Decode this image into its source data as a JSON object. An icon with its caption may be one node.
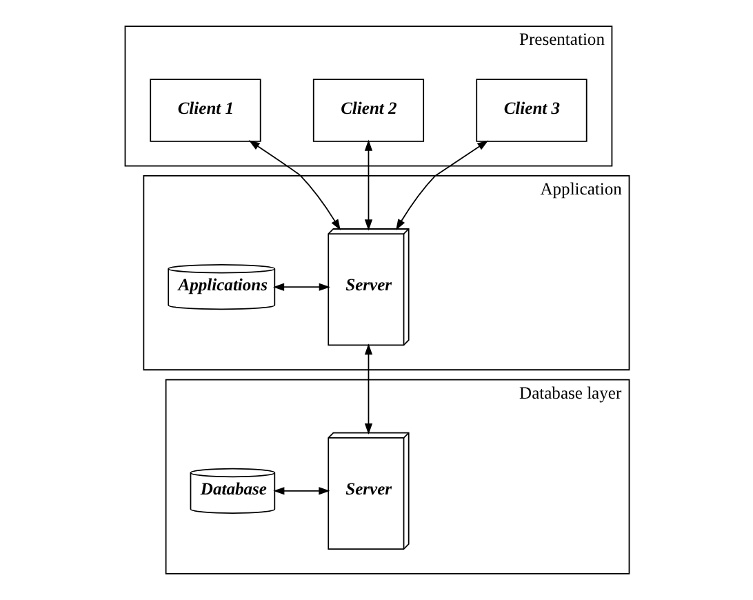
{
  "diagram": {
    "nodes": [
      {
        "text": [
          "Presentation"
        ]
      },
      {
        "text": [
          "Client 1"
        ],
        "in": 0
      },
      {
        "text": [
          "Client 2"
        ],
        "in": 0
      },
      {
        "text": [
          "Client 3"
        ],
        "in": 0
      },
      {
        "text": [
          "Application"
        ]
      },
      {
        "text": [
          "Applications"
        ],
        "in": 4
      },
      {
        "text": [
          "Server"
        ],
        "in": 4
      },
      {
        "text": [
          "Database layer"
        ]
      },
      {
        "text": [
          "Database"
        ],
        "in": 7
      },
      {
        "text": [
          "Server"
        ],
        "in": 7
      }
    ],
    "edges": [
      {
        "from": 1,
        "to": 6,
        "arrow": "both"
      },
      {
        "from": 2,
        "to": 6,
        "arrow": "both"
      },
      {
        "from": 3,
        "to": 6,
        "arrow": "both"
      },
      {
        "from": 5,
        "to": 6,
        "arrow": "both"
      },
      {
        "from": 6,
        "to": 9,
        "arrow": "both"
      },
      {
        "from": 8,
        "to": 9,
        "arrow": "both"
      }
    ]
  }
}
